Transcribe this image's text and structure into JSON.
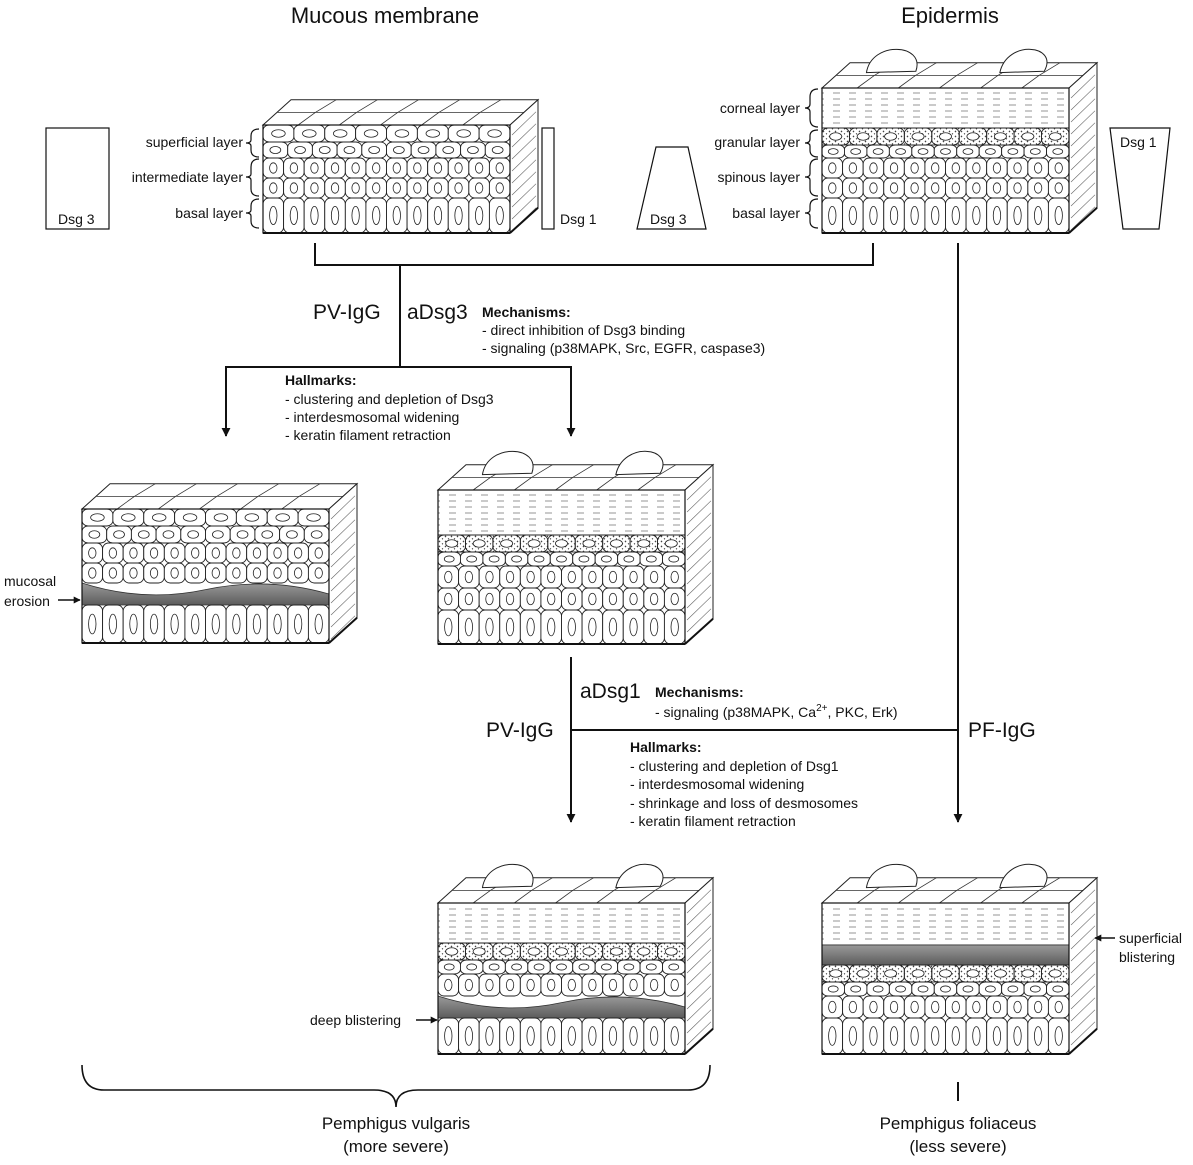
{
  "titles": {
    "mucous": "Mucous membrane",
    "epidermis": "Epidermis"
  },
  "mucous_layers": {
    "superficial": "superficial layer",
    "intermediate": "intermediate layer",
    "basal": "basal layer"
  },
  "epidermis_layers": {
    "corneal": "corneal layer",
    "granular": "granular layer",
    "spinous": "spinous layer",
    "basal": "basal layer"
  },
  "dsg_boxes": {
    "mucous_dsg3": "Dsg 3",
    "mucous_dsg1": "Dsg 1",
    "epi_dsg3": "Dsg 3",
    "epi_dsg1": "Dsg 1"
  },
  "pv_top": {
    "igg": "PV-IgG",
    "antibody": "aDsg3",
    "mechanisms_title": "Mechanisms:",
    "mechanisms": [
      "- direct inhibition of Dsg3 binding",
      "- signaling (p38MAPK, Src, EGFR, caspase3)"
    ],
    "hallmarks_title": "Hallmarks:",
    "hallmarks": [
      "- clustering and depletion of Dsg3",
      "- interdesmosomal widening",
      "- keratin filament retraction"
    ]
  },
  "erosion_label": [
    "mucosal",
    "erosion"
  ],
  "pv_bottom": {
    "antibody": "aDsg1",
    "igg_left": "PV-IgG",
    "igg_right": "PF-IgG",
    "mechanisms_title": "Mechanisms:",
    "mechanisms_prefix": "- signaling (p38MAPK, Ca",
    "mechanisms_sup": "2+",
    "mechanisms_suffix": ", PKC, Erk)",
    "hallmarks_title": "Hallmarks:",
    "hallmarks": [
      "- clustering and depletion of Dsg1",
      "- interdesmosomal widening",
      "- shrinkage and loss of desmosomes",
      "- keratin filament retraction"
    ]
  },
  "deep_label": "deep blistering",
  "superficial_label": [
    "superficial",
    "blistering"
  ],
  "outcomes": {
    "pv_name": "Pemphigus vulgaris",
    "pv_severity": "(more severe)",
    "pf_name": "Pemphigus foliaceus",
    "pf_severity": "(less severe)"
  }
}
